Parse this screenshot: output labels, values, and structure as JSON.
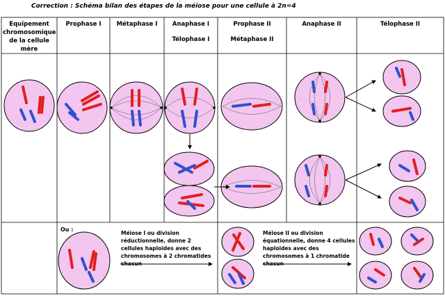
{
  "title": "Correction : Schéma bilan des étapes de la méiose pour une cellule à 2n=4",
  "headers": {
    "col1": [
      "Equipement",
      "chromosomique",
      "de la cellule",
      "mère"
    ],
    "col2": "Prophase I",
    "col3": "Métaphase I",
    "col4a": "Anaphase I",
    "col4b": "Télophase I",
    "col5a": "Prophase II",
    "col5b": "Métaphase II",
    "col6": "Anaphase II",
    "col7": "Télophase II"
  },
  "ou_label": "Ou :",
  "note_meiose1": [
    "Méiose I ou division",
    "réductionnelle, donne 2",
    "cellules haploïdes avec des",
    "chromosomes à 2 chromatides",
    "chacun"
  ],
  "note_meiose2": [
    "Méiose II ou division",
    "équationnelle, donne 4 cellules",
    "haploïdes avec des",
    "chromosomes à 1 chromatide",
    "chacun"
  ],
  "colors": {
    "cell_fill": "#f2c6ef",
    "red_chromosome": "#e02020",
    "blue_chromosome": "#3050d0",
    "outline": "#000000"
  }
}
